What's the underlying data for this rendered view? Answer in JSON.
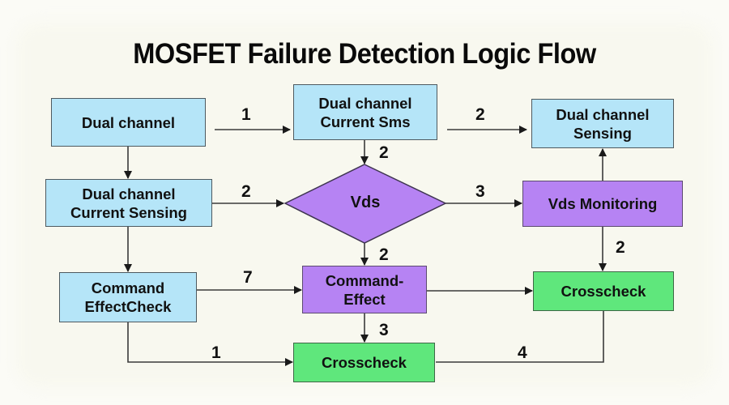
{
  "title": "MOSFET Failure Detection Logic Flow",
  "colors": {
    "sensing_box": "#b5e5f8",
    "process_box": "#b683f3",
    "check_box": "#5fe77c",
    "line": "#3a3a3a"
  },
  "nodes": {
    "dual_channel": "Dual channel",
    "dual_channel_current_sms": "Dual channel\nCurrent Sms",
    "dual_channel_sensing": "Dual channel\nSensing",
    "dual_channel_current_sensing": "Dual channel\nCurrent Sensing",
    "vds": "Vds",
    "vds_monitoring": "Vds Monitoring",
    "command_effectcheck": "Command\nEffectCheck",
    "command_effect": "Command-\nEffect",
    "crosscheck_right": "Crosscheck",
    "crosscheck_bottom": "Crosscheck"
  },
  "edges": [
    {
      "from": "dual_channel",
      "to": "dual_channel_current_sms",
      "label": "1"
    },
    {
      "from": "dual_channel_current_sms",
      "to": "dual_channel_sensing",
      "label": "2"
    },
    {
      "from": "dual_channel_current_sms",
      "to": "vds",
      "label": "2"
    },
    {
      "from": "dual_channel",
      "to": "dual_channel_current_sensing",
      "label": ""
    },
    {
      "from": "dual_channel_current_sensing",
      "to": "vds",
      "label": "2"
    },
    {
      "from": "vds",
      "to": "vds_monitoring",
      "label": "3"
    },
    {
      "from": "vds_monitoring",
      "to": "dual_channel_sensing",
      "label": ""
    },
    {
      "from": "vds",
      "to": "command_effect",
      "label": "2"
    },
    {
      "from": "vds_monitoring",
      "to": "crosscheck_right",
      "label": "2"
    },
    {
      "from": "dual_channel_current_sensing",
      "to": "command_effectcheck",
      "label": ""
    },
    {
      "from": "command_effectcheck",
      "to": "command_effect",
      "label": "7"
    },
    {
      "from": "command_effect",
      "to": "crosscheck_right",
      "label": ""
    },
    {
      "from": "command_effect",
      "to": "crosscheck_bottom",
      "label": "3"
    },
    {
      "from": "command_effectcheck",
      "to": "crosscheck_bottom",
      "label": "1"
    },
    {
      "from": "crosscheck_right",
      "to": "crosscheck_bottom",
      "label": "4"
    }
  ]
}
